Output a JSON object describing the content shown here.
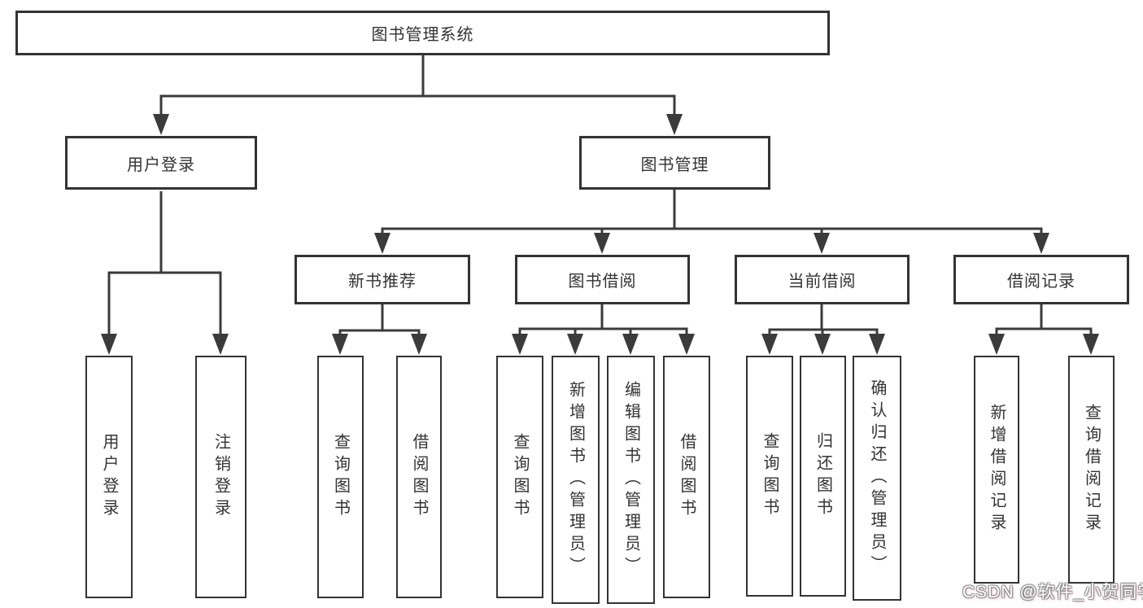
{
  "tree": {
    "root": {
      "label": "图书管理系统"
    },
    "branches": [
      {
        "label": "用户登录",
        "leaves": [
          {
            "label": "用户登录"
          },
          {
            "label": "注销登录"
          }
        ]
      },
      {
        "label": "图书管理",
        "sections": [
          {
            "label": "新书推荐",
            "leaves": [
              {
                "label": "查询图书"
              },
              {
                "label": "借阅图书"
              }
            ]
          },
          {
            "label": "图书借阅",
            "leaves": [
              {
                "label": "查询图书"
              },
              {
                "label": "新增图书（管理员）"
              },
              {
                "label": "编辑图书（管理员）"
              },
              {
                "label": "借阅图书"
              }
            ]
          },
          {
            "label": "当前借阅",
            "leaves": [
              {
                "label": "查询图书"
              },
              {
                "label": "归还图书"
              },
              {
                "label": "确认归还（管理员）"
              }
            ]
          },
          {
            "label": "借阅记录",
            "leaves": [
              {
                "label": "新增借阅记录"
              },
              {
                "label": "查询借阅记录"
              }
            ]
          }
        ]
      }
    ]
  },
  "watermark": {
    "text": "CSDN @软件_小贺同学"
  },
  "colors": {
    "background": "#ffffff",
    "line": "#3b3b3b",
    "box_border": "#333333",
    "text": "#333333",
    "watermark_text": "#ffffff",
    "watermark_outline": "#8d8d8d"
  }
}
